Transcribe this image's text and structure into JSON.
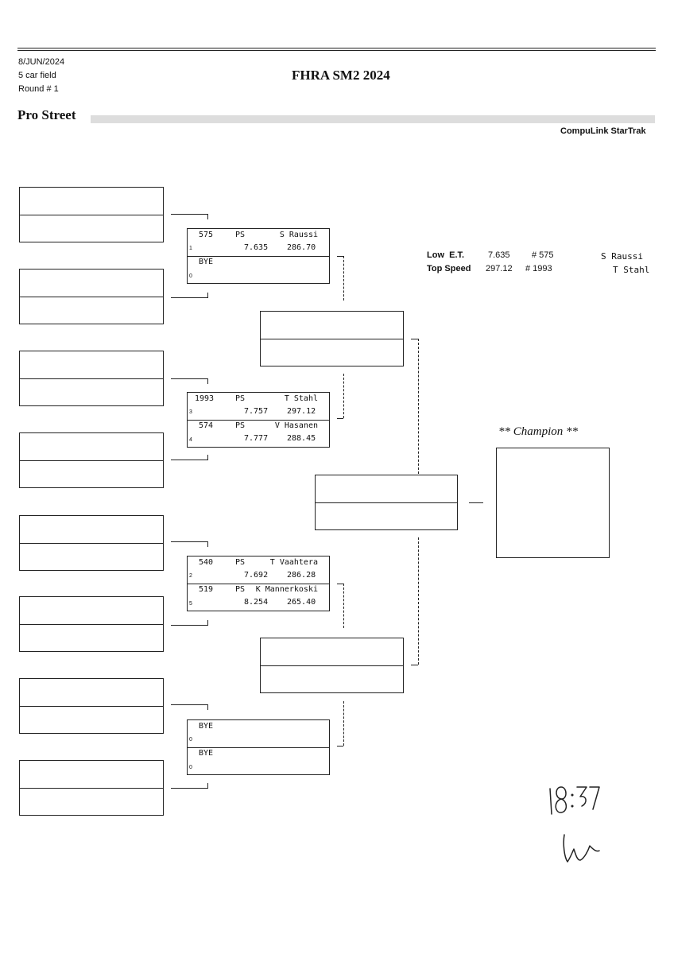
{
  "header": {
    "date": "8/JUN/2024",
    "field": "5 car field",
    "round": "Round # 1",
    "title": "FHRA SM2 2024",
    "class_name": "Pro Street",
    "brand": "CompuLink StarTrak"
  },
  "stats": {
    "low_et": {
      "label": "Low  E.T.",
      "value": "7.635",
      "car": "# 575",
      "driver": "S Raussi"
    },
    "top_speed": {
      "label": "Top Speed",
      "value": "297.12",
      "car": "# 1993",
      "driver": "T Stahl"
    }
  },
  "matches": [
    {
      "top": {
        "car": "575",
        "cls": "PS",
        "driver": "S Raussi",
        "lane": "1",
        "et": "7.635",
        "mph": "286.70"
      },
      "bottom": {
        "car": "BYE",
        "cls": "",
        "driver": "",
        "lane": "0",
        "et": "",
        "mph": ""
      }
    },
    {
      "top": {
        "car": "1993",
        "cls": "PS",
        "driver": "T Stahl",
        "lane": "3",
        "et": "7.757",
        "mph": "297.12"
      },
      "bottom": {
        "car": "574",
        "cls": "PS",
        "driver": "V Hasanen",
        "lane": "4",
        "et": "7.777",
        "mph": "288.45"
      }
    },
    {
      "top": {
        "car": "540",
        "cls": "PS",
        "driver": "T Vaahtera",
        "lane": "2",
        "et": "7.692",
        "mph": "286.28"
      },
      "bottom": {
        "car": "519",
        "cls": "PS",
        "driver": "K Mannerkoski",
        "lane": "5",
        "et": "8.254",
        "mph": "265.40"
      }
    },
    {
      "top": {
        "car": "BYE",
        "cls": "",
        "driver": "",
        "lane": "0",
        "et": "",
        "mph": ""
      },
      "bottom": {
        "car": "BYE",
        "cls": "",
        "driver": "",
        "lane": "0",
        "et": "",
        "mph": ""
      }
    }
  ],
  "champion": {
    "label": "** Champion **"
  },
  "handwritten": {
    "time": "18:37",
    "initials": "ω"
  }
}
